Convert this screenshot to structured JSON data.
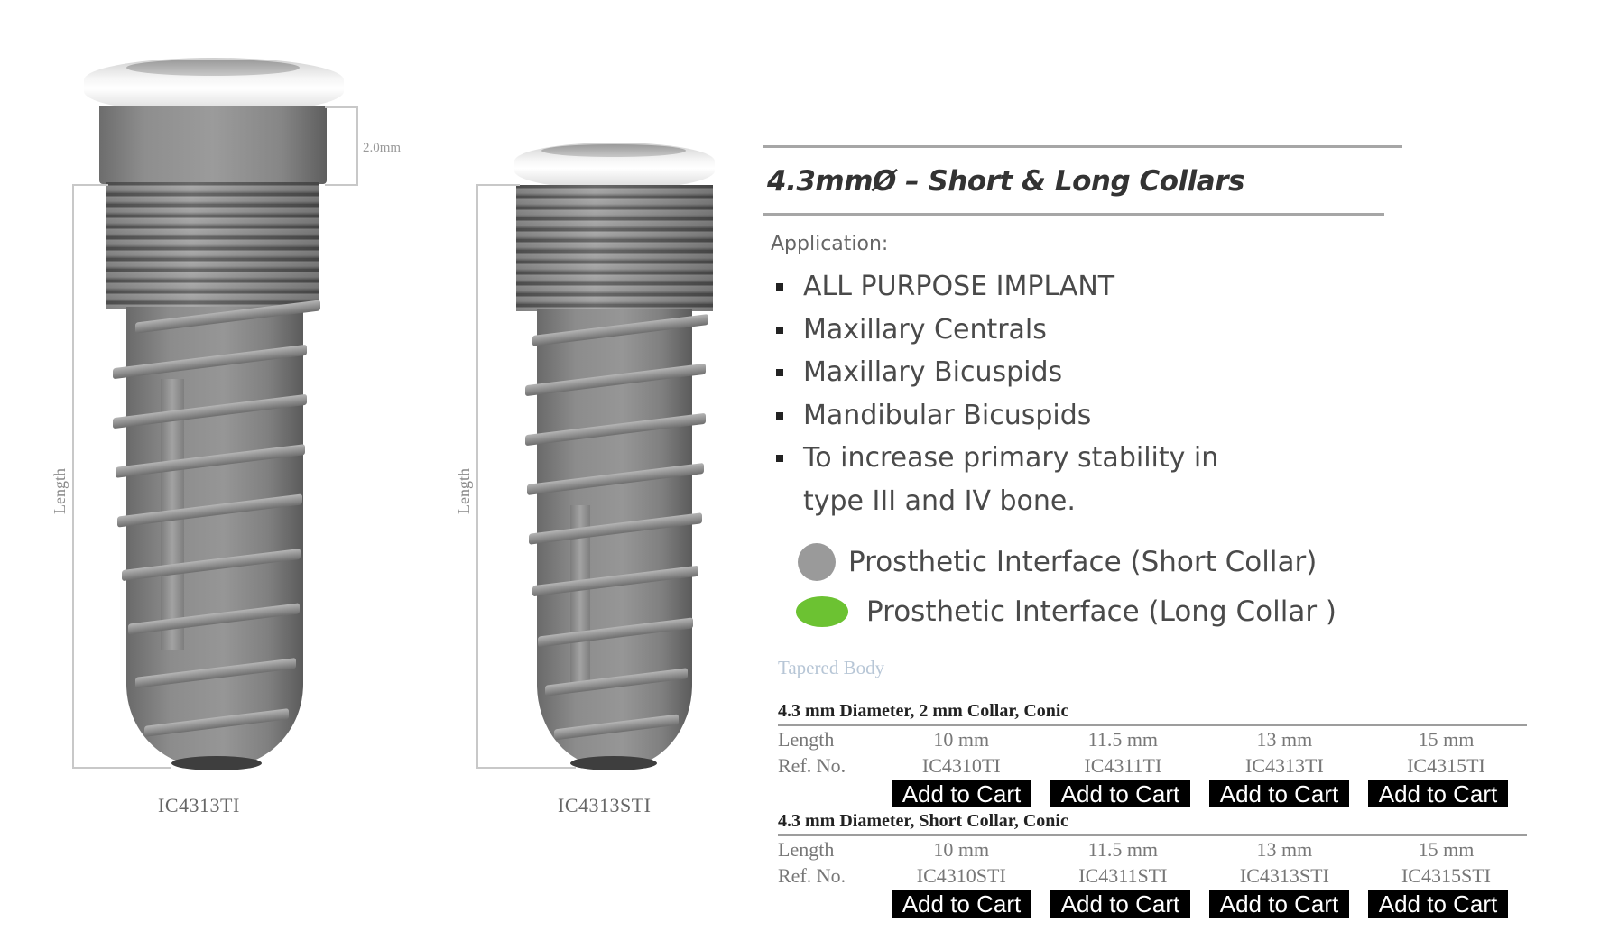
{
  "implants": [
    {
      "code": "IC4313TI",
      "collar_dimension": "2.0mm",
      "length_label": "Length"
    },
    {
      "code": "IC4313STI",
      "length_label": "Length"
    }
  ],
  "panel": {
    "title": "4.3mmØ – Short & Long Collars",
    "application_label": "Application:",
    "applications": [
      "ALL PURPOSE IMPLANT",
      "Maxillary Centrals",
      "Maxillary Bicuspids",
      "Mandibular Bicuspids",
      "To increase primary stability in"
    ],
    "application_continuation": "type III and IV bone.",
    "legend": [
      {
        "label": "Prosthetic Interface (Short Collar)",
        "color": "#9a9a9a"
      },
      {
        "label": "Prosthetic Interface (Long Collar )",
        "color": "#6cc232"
      }
    ],
    "section_label": "Tapered Body"
  },
  "tables": [
    {
      "title": "4.3 mm Diameter, 2 mm Collar, Conic",
      "length_label": "Length",
      "ref_label": "Ref. No.",
      "lengths": [
        "10 mm",
        "11.5 mm",
        "13 mm",
        "15 mm"
      ],
      "refs": [
        "IC4310TI",
        "IC4311TI",
        "IC4313TI",
        "IC4315TI"
      ],
      "cart_label": "Add to Cart"
    },
    {
      "title": "4.3 mm Diameter, Short Collar, Conic",
      "length_label": "Length",
      "ref_label": "Ref. No.",
      "lengths": [
        "10 mm",
        "11.5 mm",
        "13 mm",
        "15 mm"
      ],
      "refs": [
        "IC4310STI",
        "IC4311STI",
        "IC4313STI",
        "IC4315STI"
      ],
      "cart_label": "Add to Cart"
    }
  ]
}
